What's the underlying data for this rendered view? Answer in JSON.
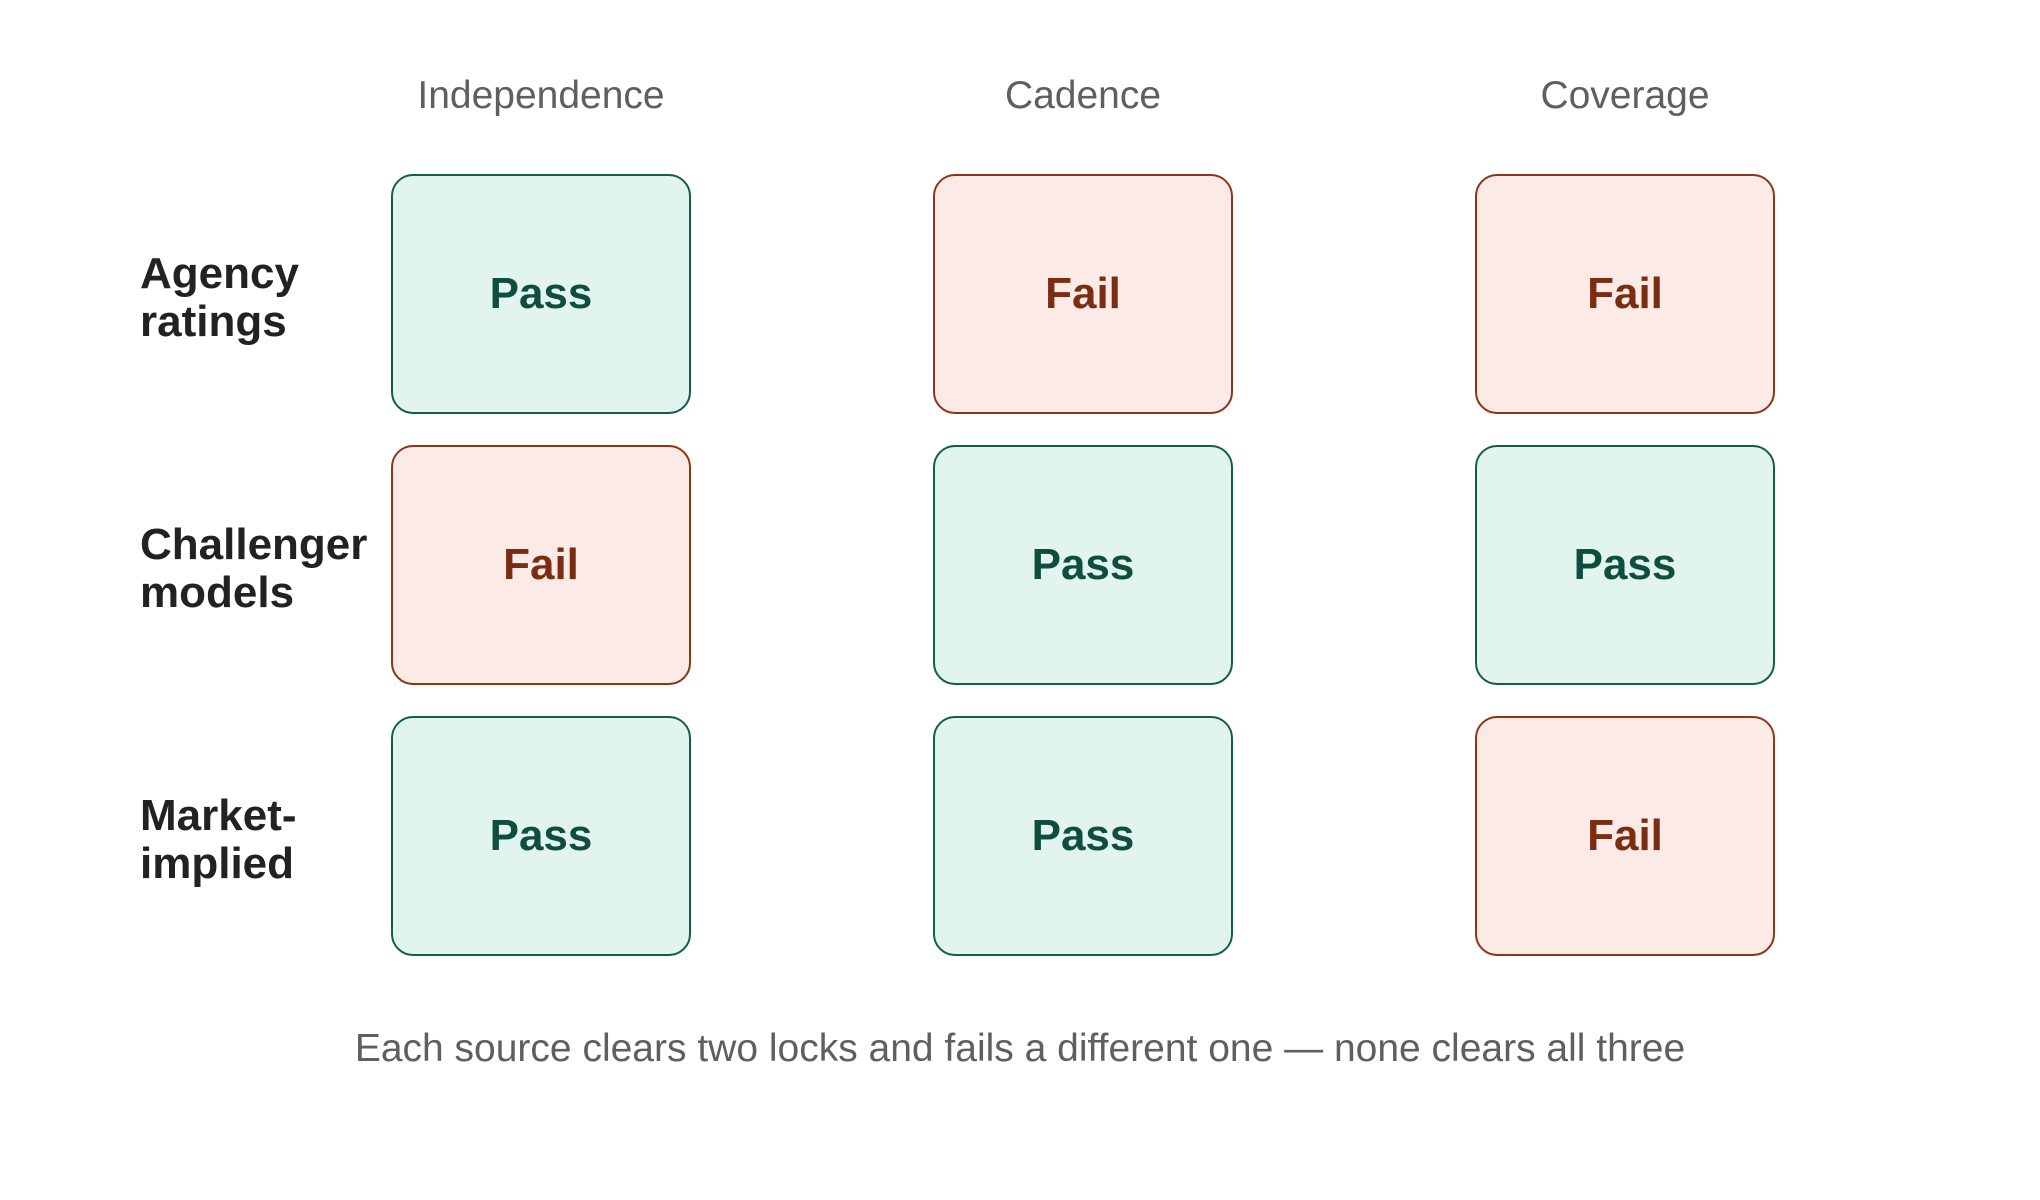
{
  "columns": [
    "Independence",
    "Cadence",
    "Coverage"
  ],
  "rows": [
    {
      "label": "Agency\nratings",
      "results": [
        "Pass",
        "Fail",
        "Fail"
      ]
    },
    {
      "label": "Challenger\nmodels",
      "results": [
        "Fail",
        "Pass",
        "Pass"
      ]
    },
    {
      "label": "Market-\nimplied",
      "results": [
        "Pass",
        "Pass",
        "Fail"
      ]
    }
  ],
  "caption": "Each source clears two locks and fails a different one — none clears all three",
  "colors": {
    "pass_fill": "#e2f4ee",
    "pass_border": "#125e4b",
    "pass_text": "#0f4e3e",
    "fail_fill": "#fbeae6",
    "fail_border": "#8c3518",
    "fail_text": "#7a2d12",
    "header_text": "#5f5f5f",
    "row_label_text": "#222222"
  }
}
